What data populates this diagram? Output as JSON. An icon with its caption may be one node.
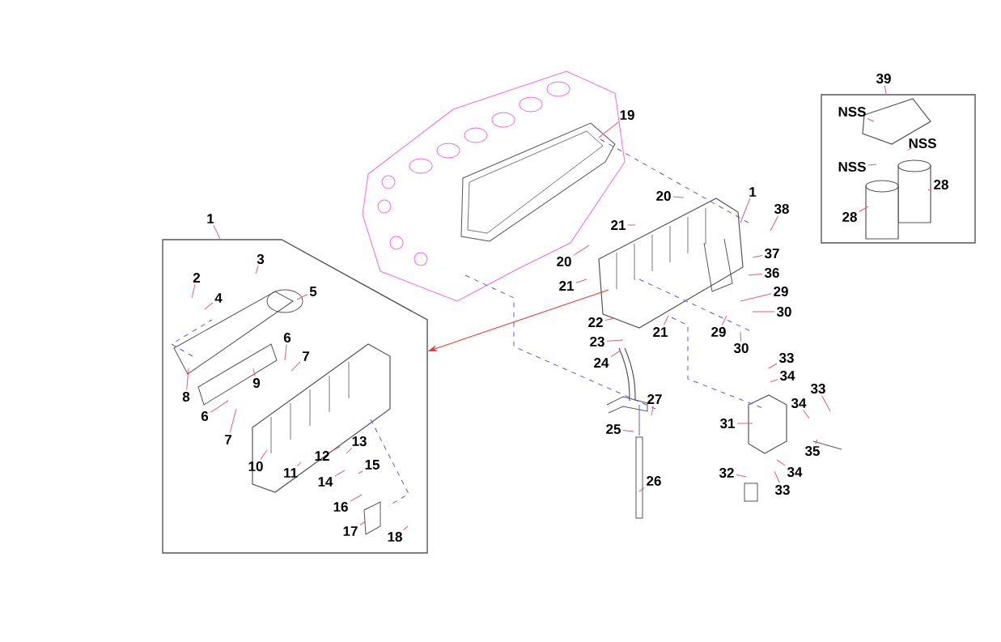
{
  "diagram": {
    "nodes": [
      {
        "text": [],
        "shape": "box"
      },
      {
        "text": [
          "1"
        ]
      },
      {
        "text": [
          "2"
        ],
        "in": 0
      },
      {
        "text": [
          "3"
        ],
        "in": 0
      },
      {
        "text": [
          "4"
        ],
        "in": 0
      },
      {
        "text": [
          "5"
        ],
        "in": 0
      },
      {
        "text": [
          "6"
        ],
        "in": 0
      },
      {
        "text": [
          "7"
        ],
        "in": 0
      },
      {
        "text": [
          "8"
        ],
        "in": 0
      },
      {
        "text": [
          "9"
        ],
        "in": 0
      },
      {
        "text": [
          "6"
        ],
        "in": 0
      },
      {
        "text": [
          "7"
        ],
        "in": 0
      },
      {
        "text": [
          "10"
        ],
        "in": 0
      },
      {
        "text": [
          "11"
        ],
        "in": 0
      },
      {
        "text": [
          "12"
        ],
        "in": 0
      },
      {
        "text": [
          "13"
        ],
        "in": 0
      },
      {
        "text": [
          "14"
        ],
        "in": 0
      },
      {
        "text": [
          "15"
        ],
        "in": 0
      },
      {
        "text": [
          "16"
        ],
        "in": 0
      },
      {
        "text": [
          "17"
        ],
        "in": 0
      },
      {
        "text": [
          "18"
        ],
        "in": 0
      },
      {
        "text": [
          "19"
        ]
      },
      {
        "text": [
          "20"
        ]
      },
      {
        "text": [
          "1"
        ]
      },
      {
        "text": [
          "38"
        ]
      },
      {
        "text": [
          "21"
        ]
      },
      {
        "text": [
          "37"
        ]
      },
      {
        "text": [
          "20"
        ]
      },
      {
        "text": [
          "21"
        ]
      },
      {
        "text": [
          "36"
        ]
      },
      {
        "text": [
          "29"
        ]
      },
      {
        "text": [
          "30"
        ]
      },
      {
        "text": [
          "22"
        ]
      },
      {
        "text": [
          "23"
        ]
      },
      {
        "text": [
          "21"
        ]
      },
      {
        "text": [
          "29"
        ]
      },
      {
        "text": [
          "30"
        ]
      },
      {
        "text": [
          "24"
        ]
      },
      {
        "text": [
          "33"
        ]
      },
      {
        "text": [
          "34"
        ]
      },
      {
        "text": [
          "33"
        ]
      },
      {
        "text": [
          "34"
        ]
      },
      {
        "text": [
          "27"
        ]
      },
      {
        "text": [
          "31"
        ]
      },
      {
        "text": [
          "25"
        ]
      },
      {
        "text": [
          "35"
        ]
      },
      {
        "text": [
          "32"
        ]
      },
      {
        "text": [
          "34"
        ]
      },
      {
        "text": [
          "33"
        ]
      },
      {
        "text": [
          "26"
        ]
      },
      {
        "text": [],
        "shape": "box"
      },
      {
        "text": [
          "39"
        ]
      },
      {
        "text": [
          "NSS"
        ],
        "in": 50
      },
      {
        "text": [
          "NSS"
        ],
        "in": 50
      },
      {
        "text": [
          "NSS"
        ],
        "in": 50
      },
      {
        "text": [
          "28"
        ],
        "in": 50
      },
      {
        "text": [
          "28"
        ],
        "in": 50
      }
    ],
    "edges": [
      {
        "from": 1,
        "to": 0,
        "arrow": "none"
      },
      {
        "from": 2,
        "to": null,
        "arrow": "none"
      },
      {
        "from": 3,
        "to": null,
        "arrow": "none"
      },
      {
        "from": 4,
        "to": null,
        "arrow": "none"
      },
      {
        "from": 5,
        "to": null,
        "arrow": "none"
      },
      {
        "from": 6,
        "to": null,
        "arrow": "none"
      },
      {
        "from": 7,
        "to": null,
        "arrow": "none"
      },
      {
        "from": 8,
        "to": null,
        "arrow": "none"
      },
      {
        "from": 9,
        "to": null,
        "arrow": "none"
      },
      {
        "from": 10,
        "to": null,
        "arrow": "none"
      },
      {
        "from": 11,
        "to": null,
        "arrow": "none"
      },
      {
        "from": 12,
        "to": null,
        "arrow": "none"
      },
      {
        "from": 13,
        "to": null,
        "arrow": "none"
      },
      {
        "from": 14,
        "to": null,
        "arrow": "none"
      },
      {
        "from": 15,
        "to": null,
        "arrow": "none"
      },
      {
        "from": 16,
        "to": null,
        "arrow": "none"
      },
      {
        "from": 17,
        "to": null,
        "arrow": "none"
      },
      {
        "from": 18,
        "to": null,
        "arrow": "none"
      },
      {
        "from": 19,
        "to": null,
        "arrow": "none"
      },
      {
        "from": 20,
        "to": null,
        "arrow": "none"
      },
      {
        "from": 21,
        "to": null,
        "arrow": "none"
      },
      {
        "from": 22,
        "to": null,
        "arrow": "none"
      },
      {
        "from": 23,
        "to": null,
        "arrow": "none"
      },
      {
        "from": 24,
        "to": null,
        "arrow": "none"
      },
      {
        "from": 25,
        "to": null,
        "arrow": "none"
      },
      {
        "from": 26,
        "to": null,
        "arrow": "none"
      },
      {
        "from": 27,
        "to": null,
        "arrow": "none"
      },
      {
        "from": 28,
        "to": null,
        "arrow": "none"
      },
      {
        "from": 29,
        "to": null,
        "arrow": "none"
      },
      {
        "from": 30,
        "to": null,
        "arrow": "none"
      },
      {
        "from": 31,
        "to": null,
        "arrow": "none"
      },
      {
        "from": 32,
        "to": null,
        "arrow": "none"
      },
      {
        "from": 33,
        "to": null,
        "arrow": "none"
      },
      {
        "from": 34,
        "to": null,
        "arrow": "none"
      },
      {
        "from": 35,
        "to": null,
        "arrow": "none"
      },
      {
        "from": 36,
        "to": null,
        "arrow": "none"
      },
      {
        "from": 37,
        "to": null,
        "arrow": "none"
      },
      {
        "from": 38,
        "to": null,
        "arrow": "none"
      },
      {
        "from": 39,
        "to": null,
        "arrow": "none"
      },
      {
        "from": 40,
        "to": null,
        "arrow": "none"
      },
      {
        "from": 41,
        "to": null,
        "arrow": "none"
      },
      {
        "from": 42,
        "to": null,
        "arrow": "none"
      },
      {
        "from": 43,
        "to": null,
        "arrow": "none"
      },
      {
        "from": 44,
        "to": null,
        "arrow": "none"
      },
      {
        "from": 45,
        "to": null,
        "arrow": "none"
      },
      {
        "from": 46,
        "to": null,
        "arrow": "none"
      },
      {
        "from": 47,
        "to": null,
        "arrow": "none"
      },
      {
        "from": 48,
        "to": null,
        "arrow": "none"
      },
      {
        "from": 49,
        "to": null,
        "arrow": "none"
      },
      {
        "from": 51,
        "to": 50,
        "arrow": "none"
      },
      {
        "from": 52,
        "to": null,
        "arrow": "none"
      },
      {
        "from": 53,
        "to": null,
        "arrow": "none"
      },
      {
        "from": 54,
        "to": null,
        "arrow": "none"
      },
      {
        "from": 55,
        "to": null,
        "arrow": "none"
      },
      {
        "from": 56,
        "to": null,
        "arrow": "none"
      },
      {
        "from": null,
        "to": 0,
        "arrow": "to",
        "color": "#e53935"
      }
    ]
  }
}
